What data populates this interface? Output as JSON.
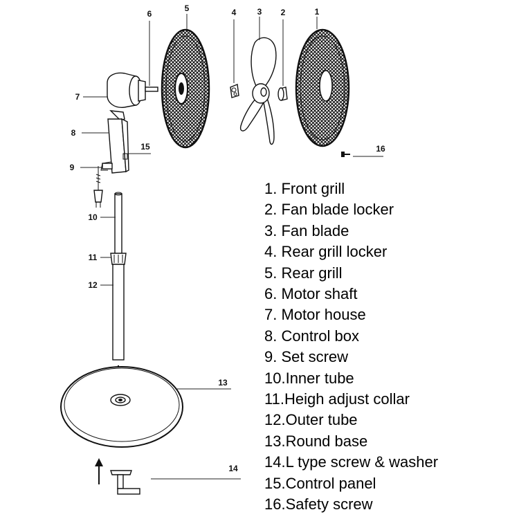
{
  "callouts": {
    "c1": "1",
    "c2": "2",
    "c3": "3",
    "c4": "4",
    "c5": "5",
    "c6": "6",
    "c7": "7",
    "c8": "8",
    "c9": "9",
    "c10": "10",
    "c11": "11",
    "c12": "12",
    "c13": "13",
    "c14": "14",
    "c15": "15",
    "c16": "16"
  },
  "legend": [
    "1. Front grill",
    "2. Fan blade locker",
    "3. Fan blade",
    "4. Rear grill locker",
    "5. Rear grill",
    "6. Motor shaft",
    "7. Motor house",
    "8. Control box",
    "9. Set screw",
    "10.Inner tube",
    "11.Heigh adjust collar",
    "12.Outer tube",
    "13.Round base",
    "14.L type screw & washer",
    "15.Control panel",
    "16.Safety screw"
  ]
}
